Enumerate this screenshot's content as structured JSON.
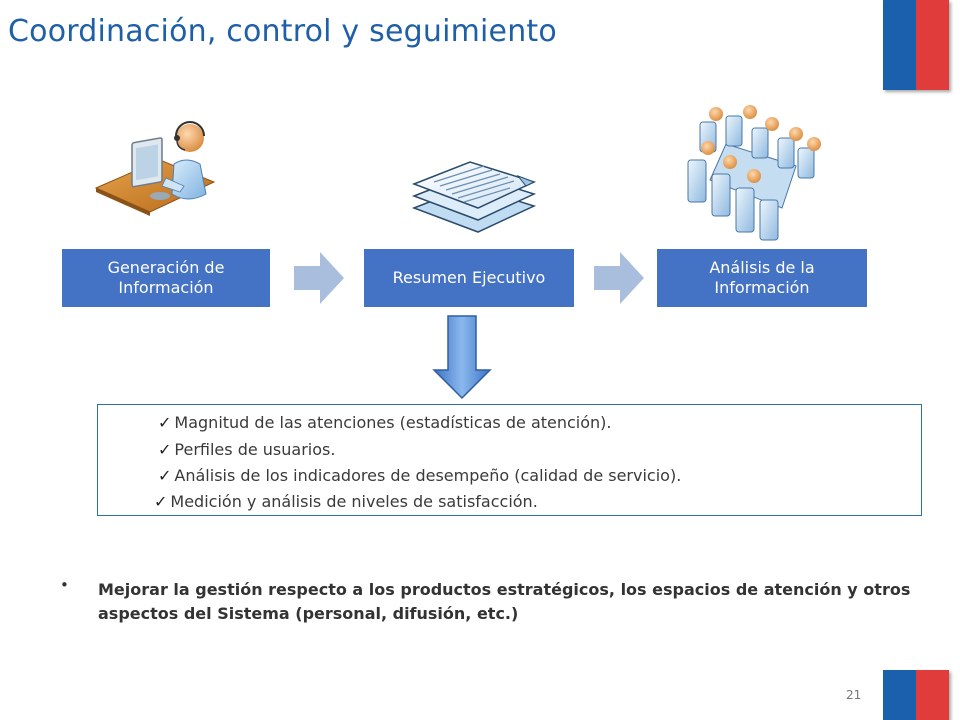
{
  "title": "Coordinación, control y seguimiento",
  "steps": [
    {
      "label": "Generación de Información"
    },
    {
      "label": "Resumen Ejecutivo"
    },
    {
      "label": "Análisis de la Información"
    }
  ],
  "checklist": [
    "Magnitud de las atenciones (estadísticas de atención).",
    "Perfiles de usuarios.",
    "Análisis de los indicadores de desempeño (calidad de servicio).",
    "Medición y análisis de niveles de satisfacción."
  ],
  "bullet": "Mejorar la gestión respecto a los productos estratégicos, los espacios de atención y otros aspectos del Sistema (personal, difusión, etc.)",
  "page_number": "21",
  "colors": {
    "title": "#1f5fa8",
    "step_box": "#4472c4",
    "flow_arrow": "#a9bedd",
    "flag_blue": "#1b60ad",
    "flag_red": "#e03c3c",
    "list_border": "#2e6fa8"
  },
  "icons": [
    "operator-at-desk-icon",
    "stacked-documents-icon",
    "meeting-table-icon",
    "down-arrow-icon",
    "check-icon"
  ]
}
